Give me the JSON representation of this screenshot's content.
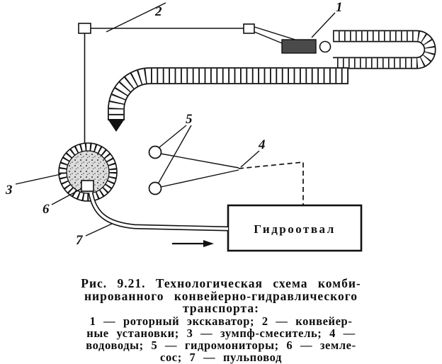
{
  "figure": {
    "labels": {
      "l1": "1",
      "l2": "2",
      "l3": "3",
      "l4": "4",
      "l5": "5",
      "l6": "6",
      "l7": "7"
    },
    "box_label": "Гидроотвал"
  },
  "caption": {
    "lines": [
      "Рис. 9.21. Технологическая схема комби-",
      "нированного конвейерно-гидравлического",
      "транспорта:",
      "1 — роторный экскаватор; 2 — конвейер-",
      "ные установки; 3 — зумпф-смеситель; 4 —",
      "водоводы; 5 — гидромониторы; 6 — земле-",
      "сос; 7 — пульповод"
    ]
  }
}
